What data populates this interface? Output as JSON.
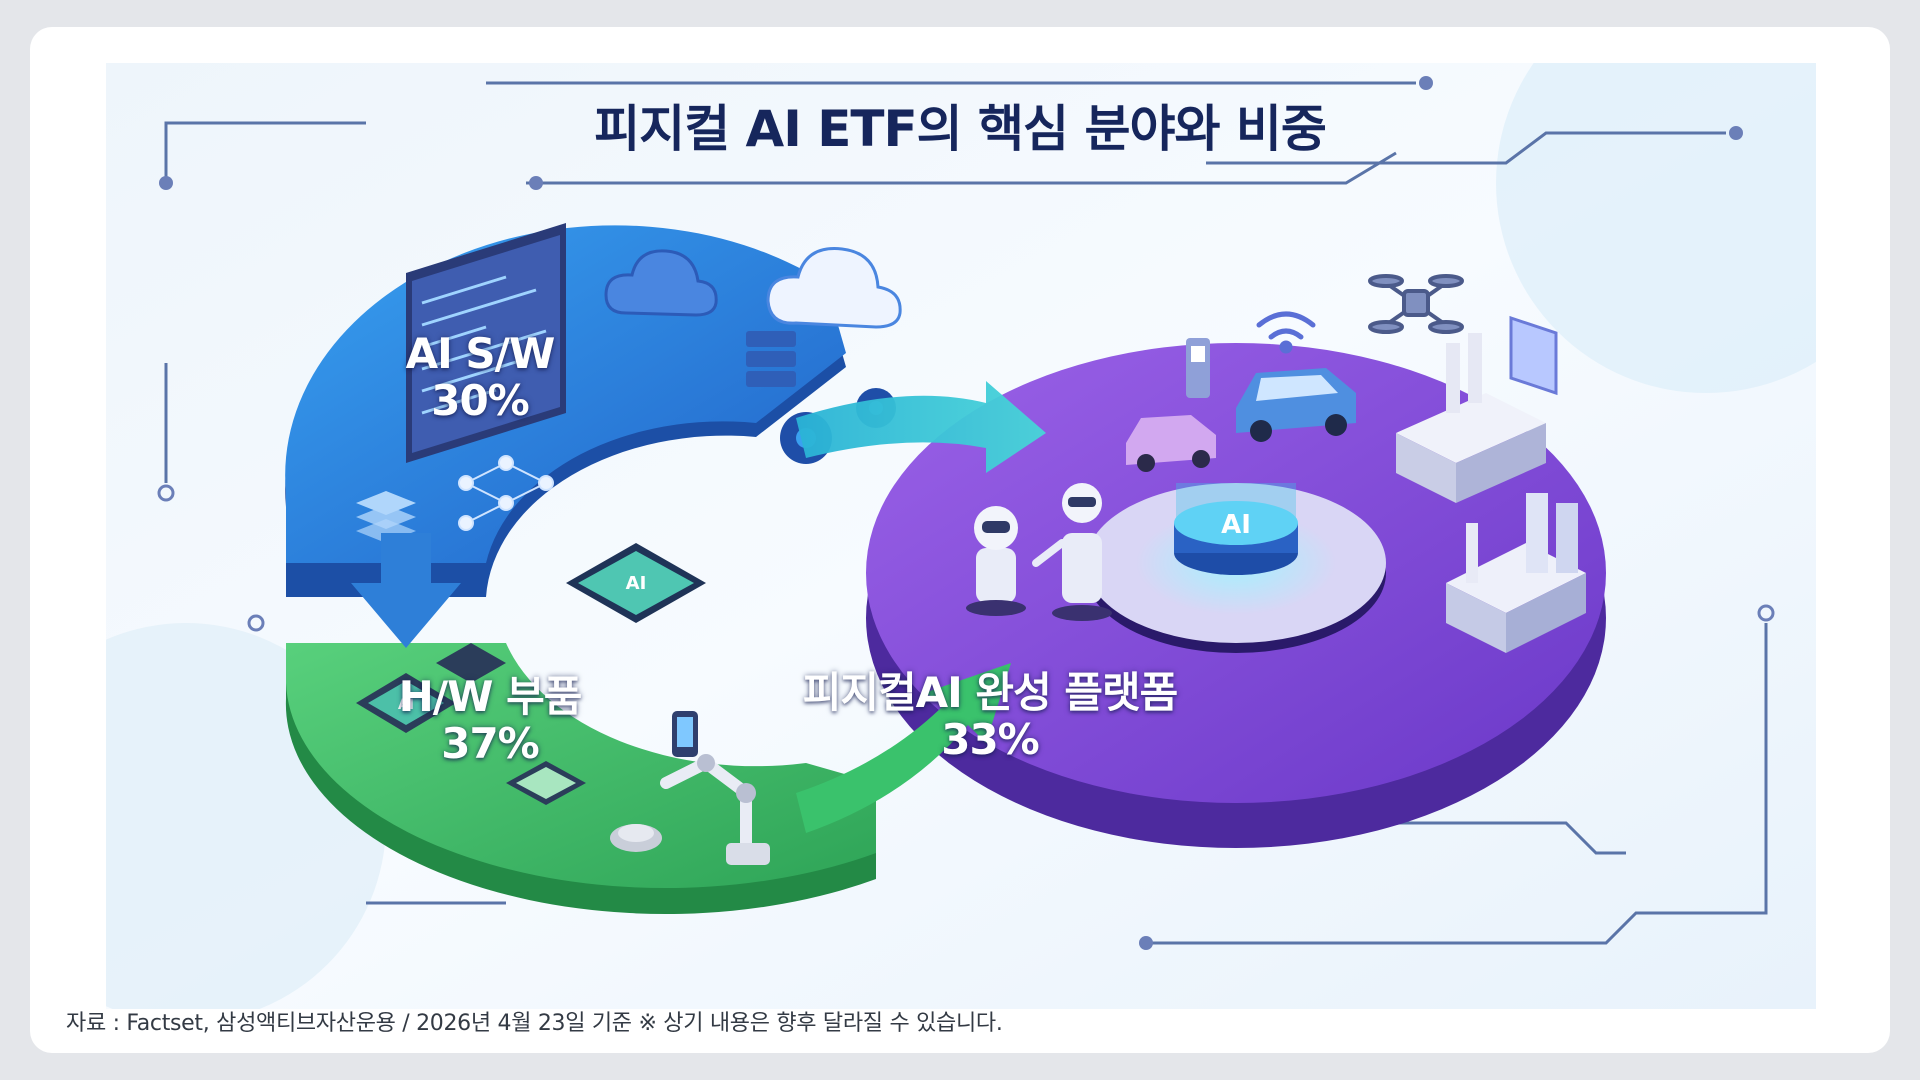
{
  "title": "피지컬 AI ETF의 핵심 분야와 비중",
  "segments": {
    "sw": {
      "name": "AI S/W",
      "percent": "30%"
    },
    "hw": {
      "name": "H/W 부품",
      "percent": "37%"
    },
    "platform": {
      "name": "피지컬AI 완성 플랫폼",
      "percent": "33%"
    }
  },
  "chip_label": "AI",
  "hub_label": "AI",
  "footer": "자료 : Factset, 삼성액티브자산운용 / 2026년 4월 23일 기준 ※ 상기 내용은 향후 달라질 수 있습니다.",
  "colors": {
    "sw_blue": "#2f7fdc",
    "hw_green": "#3fbf6a",
    "platform_purple": "#7a48d6",
    "title_navy": "#16265c",
    "arrow_teal": "#36c7d0"
  },
  "icons": [
    "code-panel-icon",
    "cloud-icon",
    "server-icon",
    "gear-icon",
    "neural-net-icon",
    "ai-chip-icon",
    "robot-arm-icon",
    "car-icon",
    "drone-icon",
    "robot-icon",
    "factory-icon",
    "wifi-icon"
  ]
}
